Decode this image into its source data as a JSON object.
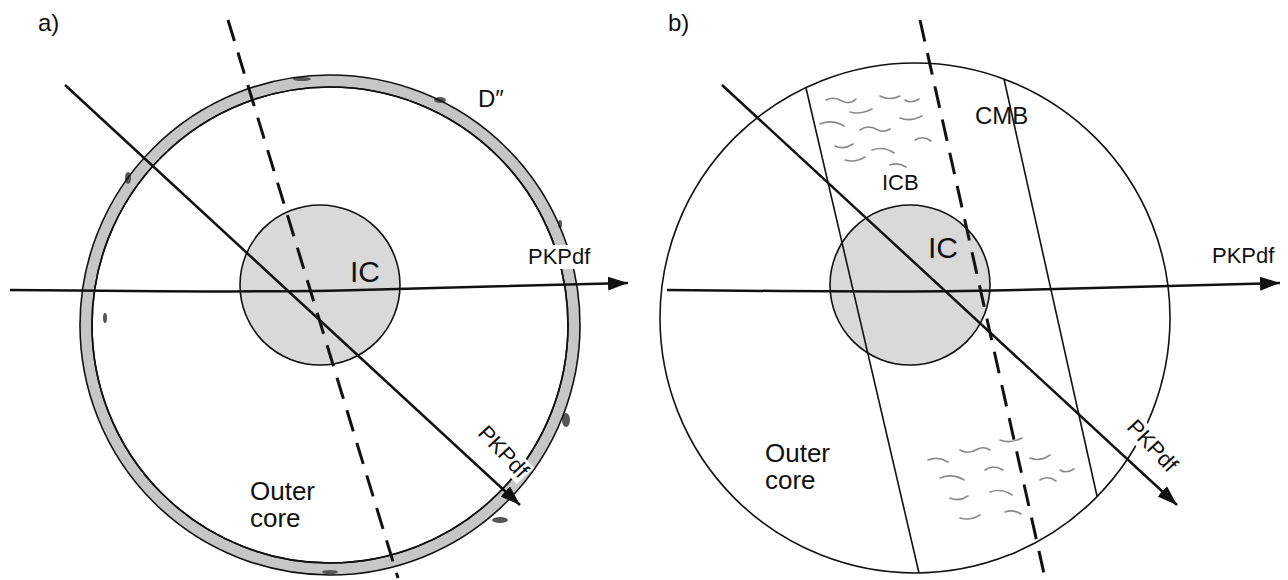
{
  "diagram": {
    "nodes": [
      {
        "text": [
          "D″"
        ]
      },
      {
        "text": [
          "Outer core"
        ],
        "in": 0
      },
      {
        "text": [
          "IC"
        ],
        "in": 1
      },
      {
        "text": [
          "CMB",
          "Outer core"
        ]
      },
      {
        "text": [
          "ICB",
          "IC"
        ],
        "in": 3
      }
    ],
    "labels": [
      "a)",
      "PKPdf",
      "PKPdf",
      "b)",
      "PKPdf",
      "PKPdf"
    ]
  }
}
